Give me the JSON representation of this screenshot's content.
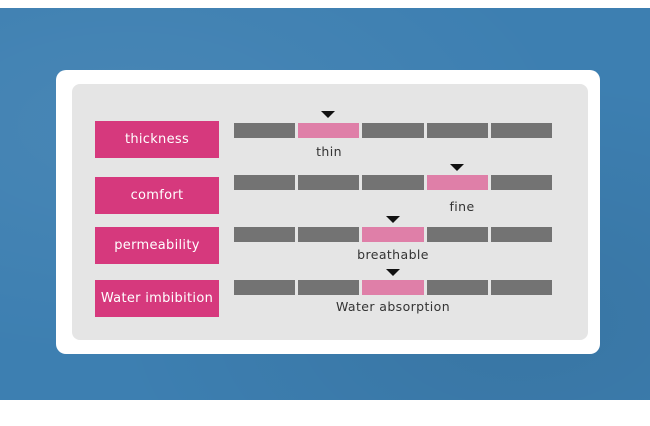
{
  "colors": {
    "background": "#3d7fb1",
    "label_fill": "#d6397d",
    "segment_inactive": "#737373",
    "segment_active": "#df7fa8",
    "marker": "#111111"
  },
  "rows": [
    {
      "label": "thickness",
      "level": 2,
      "levels_total": 5,
      "value": "thin"
    },
    {
      "label": "comfort",
      "level": 4,
      "levels_total": 5,
      "value": "fine"
    },
    {
      "label": "permeability",
      "level": 3,
      "levels_total": 5,
      "value": "breathable"
    },
    {
      "label": "Water imbibition",
      "level": 3,
      "levels_total": 5,
      "value": "Water absorption"
    }
  ]
}
